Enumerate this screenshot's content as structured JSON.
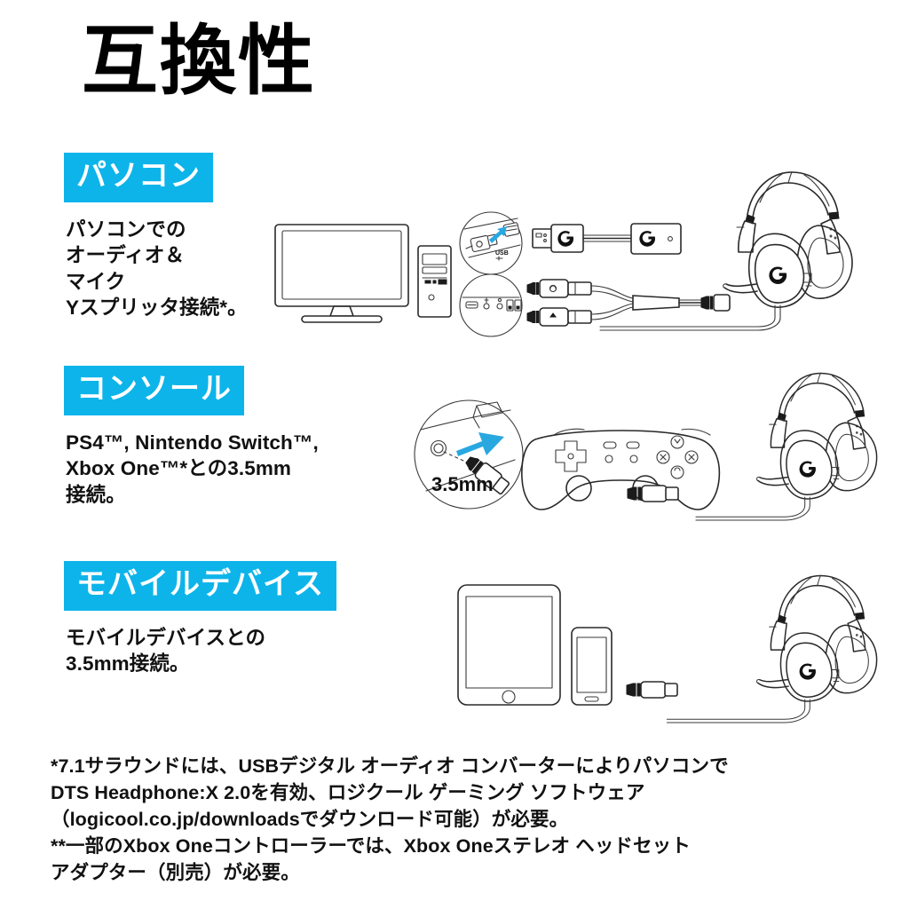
{
  "page": {
    "title": "互換性",
    "background_color": "#ffffff",
    "accent_color": "#0db4ea",
    "text_color": "#111111"
  },
  "sections": [
    {
      "id": "pc",
      "badge_label": "パソコン",
      "body": "パソコンでの\nオーディオ＆\nマイク\nYスプリッタ接続*。",
      "illustration": {
        "items": [
          "monitor",
          "desktop-tower",
          "usb-insert-detail",
          "rear-ports-detail",
          "usb-audio-adapter",
          "y-splitter-cable",
          "headset"
        ],
        "adapter_brand_glyph": "logitech-g",
        "detail_label": "USB"
      }
    },
    {
      "id": "console",
      "badge_label": "コンソール",
      "body": "PS4™, Nintendo Switch™,\nXbox One™*との3.5mm\n接続。",
      "illustration": {
        "items": [
          "jack-insert-detail",
          "gamepad",
          "headset"
        ],
        "detail_label": "3.5mm"
      }
    },
    {
      "id": "mobile",
      "badge_label": "モバイルデバイス",
      "body": "モバイルデバイスとの\n3.5mm接続。",
      "illustration": {
        "items": [
          "tablet",
          "smartphone",
          "headset"
        ]
      }
    }
  ],
  "footnote": "*7.1サラウンドには、USBデジタル オーディオ コンバーターによりパソコンで\nDTS Headphone:X 2.0を有効、ロジクール ゲーミング ソフトウェア\n（logicool.co.jp/downloadsでダウンロード可能）が必要。\n**一部のXbox Oneコントローラーでは、Xbox Oneステレオ ヘッドセット\nアダプター（別売）が必要。"
}
